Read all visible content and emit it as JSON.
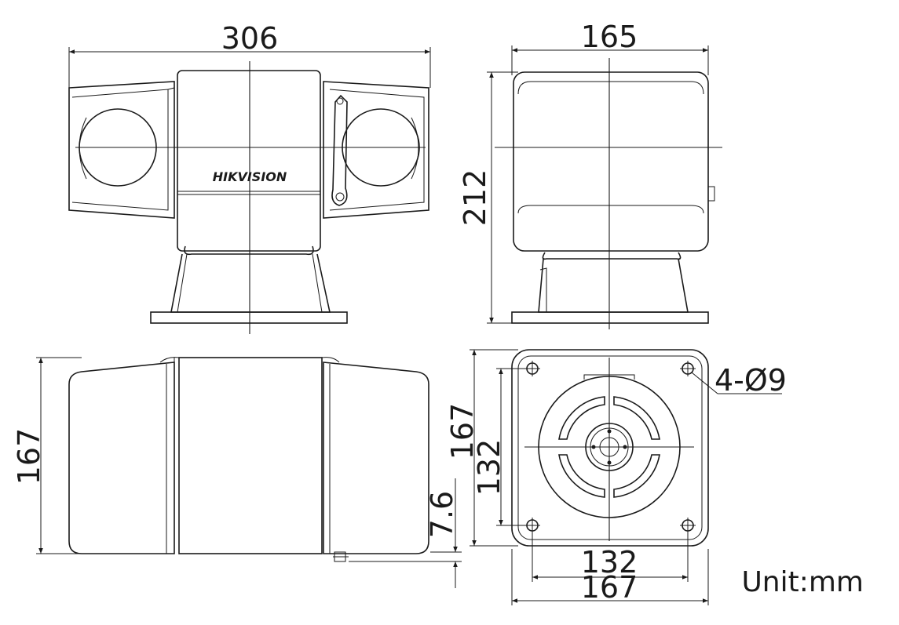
{
  "front_view": {
    "width_label": "306",
    "logo_text": "HIKVISION"
  },
  "side_view": {
    "width_label": "165",
    "height_label": "212"
  },
  "top_view": {
    "depth_label": "167",
    "offset_label": "7.6"
  },
  "bottom_view": {
    "outer_height_label": "167",
    "hole_height_label": "132",
    "hole_width_label": "132",
    "outer_width_label": "167",
    "holes_label": "4-Ø9"
  },
  "unit_label": "Unit:mm",
  "colors": {
    "line": "#1a1a1a",
    "background": "#ffffff"
  }
}
